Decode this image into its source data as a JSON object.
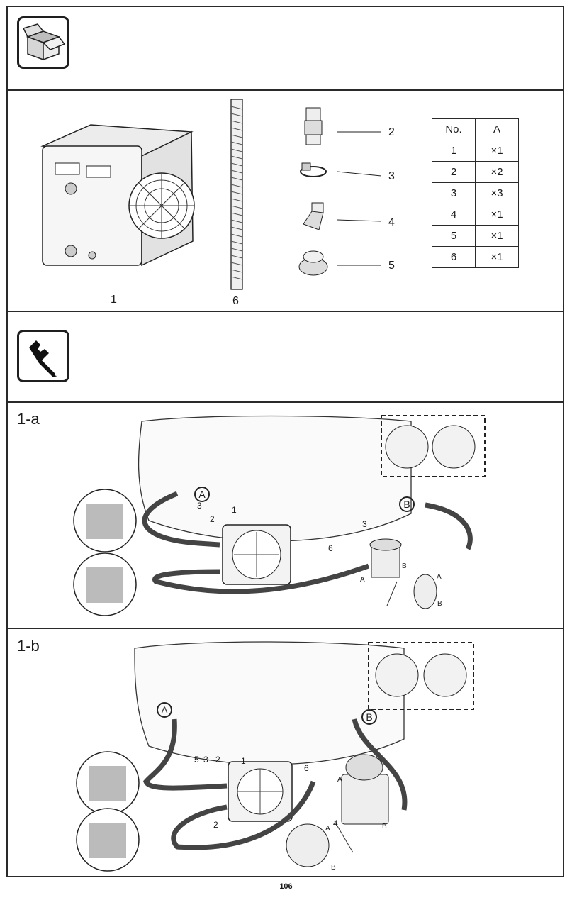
{
  "parts_section": {
    "numbers": {
      "n1": "1",
      "n2": "2",
      "n3": "3",
      "n4": "4",
      "n5": "5",
      "n6": "6"
    },
    "table": {
      "headers": [
        "No.",
        "A"
      ],
      "rows": [
        [
          "1",
          "×1"
        ],
        [
          "2",
          "×2"
        ],
        [
          "3",
          "×3"
        ],
        [
          "4",
          "×1"
        ],
        [
          "5",
          "×1"
        ],
        [
          "6",
          "×1"
        ]
      ]
    }
  },
  "section_a": {
    "label": "1-a",
    "callouts": {
      "a": "A",
      "b": "B",
      "c1": "1",
      "c2": "2",
      "c3": "3",
      "c3b": "3",
      "c6": "6",
      "fa": "A",
      "fb": "B",
      "sa": "A",
      "sb": "B"
    }
  },
  "section_b": {
    "label": "1-b",
    "callouts": {
      "a": "A",
      "b": "B",
      "c1": "1",
      "c2": "2",
      "c2b": "2",
      "c3": "3",
      "c4": "4",
      "c5": "5",
      "c6": "6",
      "fa": "A",
      "fb": "B",
      "sa": "A",
      "sb": "B"
    }
  },
  "page_number": "106",
  "icons": {
    "box": "open-box-icon",
    "tool": "wrench-icon",
    "hot": "hot-water-icon",
    "cold": "cold-water-icon"
  }
}
